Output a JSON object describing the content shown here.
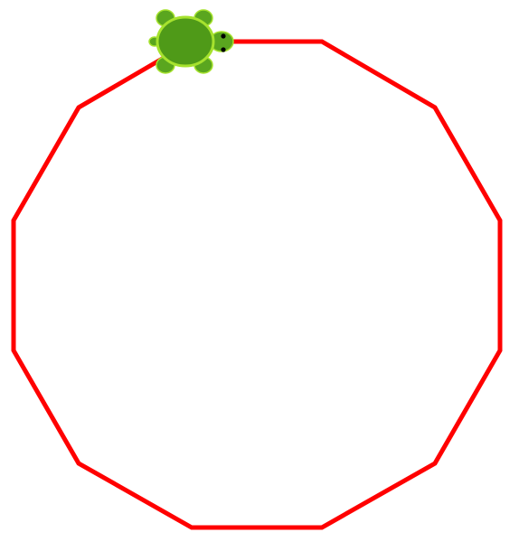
{
  "canvas": {
    "background_color": "#ffffff"
  },
  "drawing": {
    "shape": "regular dodecagon",
    "pen_color": "#ff0000",
    "stroke": "solid"
  },
  "turtle": {
    "icon": "turtle-icon",
    "shell_color": "#4f9a18",
    "shell_rim_color": "#a6e22e",
    "limb_color": "#5aa61f",
    "eye_color": "#000000",
    "heading": "east"
  }
}
